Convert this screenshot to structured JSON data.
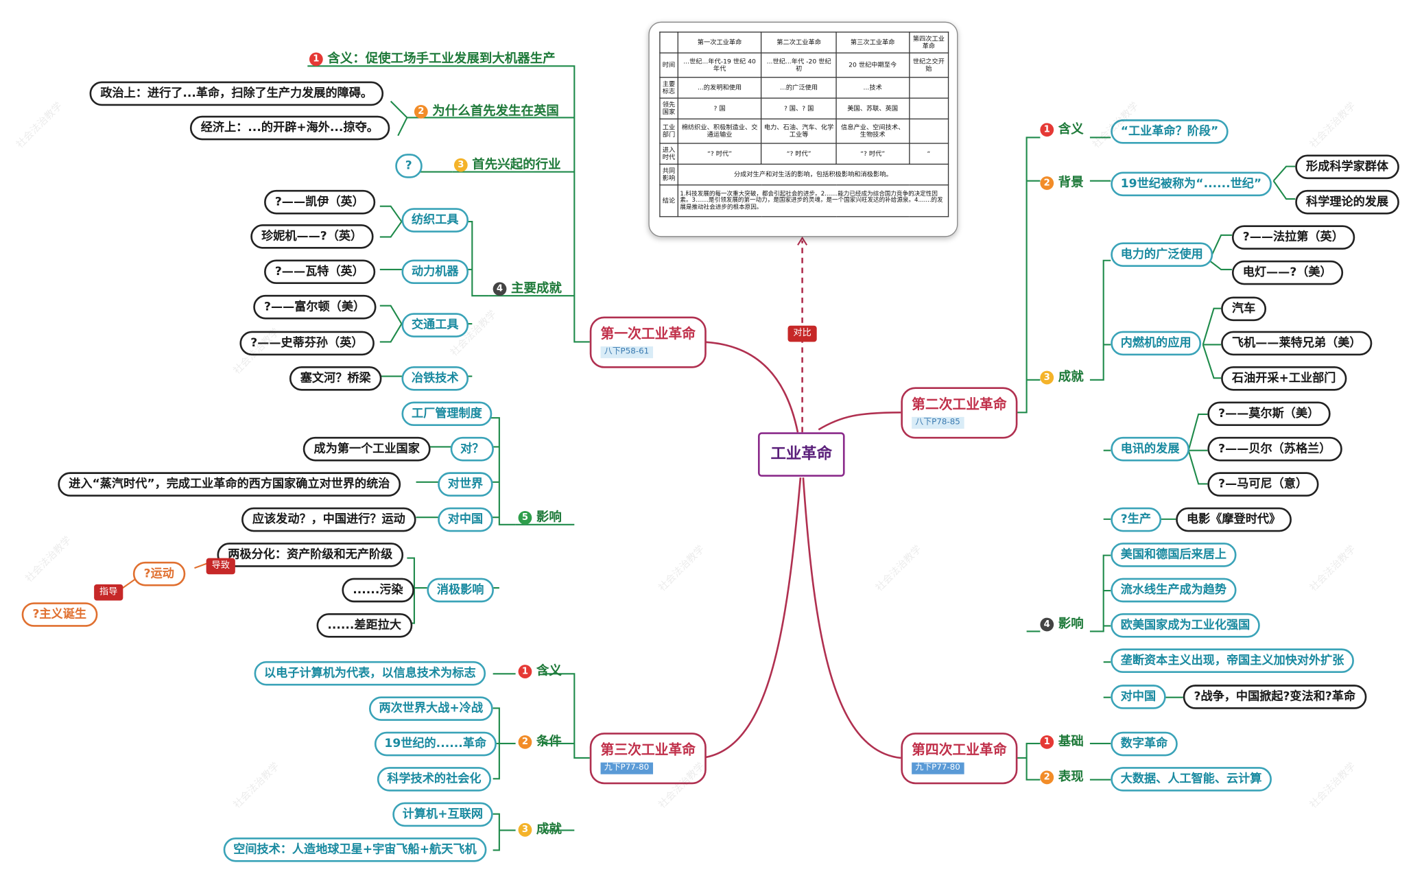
{
  "center": "工业革命",
  "compare_tag": "对比",
  "first": {
    "title": "第一次工业革命",
    "page": "八下P58-61",
    "s1": {
      "num": "1",
      "label": "含义：促使工场手工业发展到大机器生产"
    },
    "s2": {
      "num": "2",
      "label": "为什么首先发生在英国",
      "items": [
        "政治上：进行了...革命，扫除了生产力发展的障碍。",
        "经济上：...的开辟+海外...掠夺。"
      ]
    },
    "s3": {
      "num": "3",
      "label": "首先兴起的行业",
      "q": "?"
    },
    "s4": {
      "num": "4",
      "label": "主要成就",
      "groups": [
        {
          "name": "纺织工具",
          "leaves": [
            "?——凯伊（英）",
            "珍妮机——?（英）"
          ]
        },
        {
          "name": "动力机器",
          "leaves": [
            "?——瓦特（英）"
          ]
        },
        {
          "name": "交通工具",
          "leaves": [
            "?——富尔顿（美）",
            "?——史蒂芬孙（英）"
          ]
        },
        {
          "name": "冶铁技术",
          "leaves": [
            "塞文河？桥梁"
          ]
        }
      ]
    },
    "s5": {
      "num": "5",
      "label": "影响",
      "groups": [
        {
          "name": "工厂管理制度",
          "leaves": []
        },
        {
          "name": "对？",
          "leaves": [
            "成为第一个工业国家"
          ]
        },
        {
          "name": "对世界",
          "leaves": [
            "进入“蒸汽时代”，完成工业革命的西方国家确立对世界的统治"
          ]
        },
        {
          "name": "对中国",
          "leaves": [
            "应该发动？，中国进行？运动"
          ]
        },
        {
          "name": "消极影响",
          "leaves": [
            "两极分化：资产阶级和无产阶级",
            "......污染",
            "......差距拉大"
          ]
        }
      ],
      "chain": {
        "lead": "导致",
        "movement": "?运动",
        "guide": "指导",
        "ism": "?主义诞生"
      }
    }
  },
  "second": {
    "title": "第二次工业革命",
    "page": "八下P78-85",
    "s1": {
      "num": "1",
      "label": "含义",
      "value": "“工业革命？阶段”"
    },
    "s2": {
      "num": "2",
      "label": "背景",
      "value": "19世纪被称为“......世纪”",
      "leaves": [
        "形成科学家群体",
        "科学理论的发展"
      ]
    },
    "s3": {
      "num": "3",
      "label": "成就",
      "groups": [
        {
          "name": "电力的广泛使用",
          "leaves": [
            "?——法拉第（英）",
            "电灯——?（美）"
          ]
        },
        {
          "name": "内燃机的应用",
          "leaves": [
            "汽车",
            "飞机——莱特兄弟（美）",
            "石油开采+工业部门"
          ]
        },
        {
          "name": "电讯的发展",
          "leaves": [
            "?——莫尔斯（美）",
            "?——贝尔（苏格兰）",
            "?—马可尼（意）"
          ]
        },
        {
          "name": "?生产",
          "leaves": [
            "电影《摩登时代》"
          ]
        }
      ]
    },
    "s4": {
      "num": "4",
      "label": "影响",
      "items": [
        "美国和德国后来居上",
        "流水线生产成为趋势",
        "欧美国家成为工业化强国",
        "垄断资本主义出现，帝国主义加快对外扩张"
      ],
      "china": {
        "name": "对中国",
        "leaf": "?战争，中国掀起?变法和?革命"
      }
    }
  },
  "third": {
    "title": "第三次工业革命",
    "page": "九下P77-80",
    "s1": {
      "num": "1",
      "label": "含义",
      "items": [
        "以电子计算机为代表，以信息技术为标志"
      ]
    },
    "s2": {
      "num": "2",
      "label": "条件",
      "items": [
        "两次世界大战+冷战",
        "19世纪的......革命",
        "科学技术的社会化"
      ]
    },
    "s3": {
      "num": "3",
      "label": "成就",
      "items": [
        "计算机+互联网",
        "空间技术：人造地球卫星+宇宙飞船+航天飞机"
      ]
    }
  },
  "fourth": {
    "title": "第四次工业革命",
    "page": "九下P77-80",
    "s1": {
      "num": "1",
      "label": "基础",
      "items": [
        "数字革命"
      ]
    },
    "s2": {
      "num": "2",
      "label": "表现",
      "items": [
        "大数据、人工智能、云计算"
      ]
    }
  },
  "table": {
    "headers": [
      "",
      "第一次工业革命",
      "第二次工业革命",
      "第三次工业革命",
      "第四次工业革命"
    ],
    "rows": [
      [
        "时间",
        "...世纪...年代-19 世纪 40 年代",
        "...世纪...年代 -20 世纪初",
        "20 世纪中期至今",
        "世纪之交开始"
      ],
      [
        "主要标志",
        "...的发明和使用",
        "...的广泛使用",
        "...技术",
        ""
      ],
      [
        "领先国家",
        "? 国",
        "? 国、? 国",
        "美国、苏联、英国",
        ""
      ],
      [
        "工业部门",
        "棉纺织业、积极制造业、交通运输业",
        "电力、石油、汽车、化学工业等",
        "信息产业、空间技术、生物技术",
        ""
      ],
      [
        "进入时代",
        "“? 时代”",
        "“? 时代”",
        "“? 时代”",
        "“"
      ]
    ],
    "influence": {
      "label": "共同影响",
      "value": "分成对生产和对生活的影响，包括积极影响和消极影响。"
    },
    "conclusion": {
      "label": "结论",
      "value": "1.科技发展的每一次重大突破，都会引起社会的进步。2.......能力已经成为综合国力竞争的决定性因素。3.......是引领发展的第一动力，是国家进步的灵魂，是一个国家兴旺发达的补给源泉。4.......的发展是推动社会进步的根本原因。"
    }
  },
  "watermark": "社会法治教学",
  "colors": {
    "wire_main": "#b03050",
    "wire_branch": "#1e8a4a",
    "badge_red": "#e53935",
    "badge_orange": "#f28c28",
    "badge_yellow": "#f4b32a",
    "badge_dark": "#444444",
    "badge_green": "#2e9e4b"
  }
}
